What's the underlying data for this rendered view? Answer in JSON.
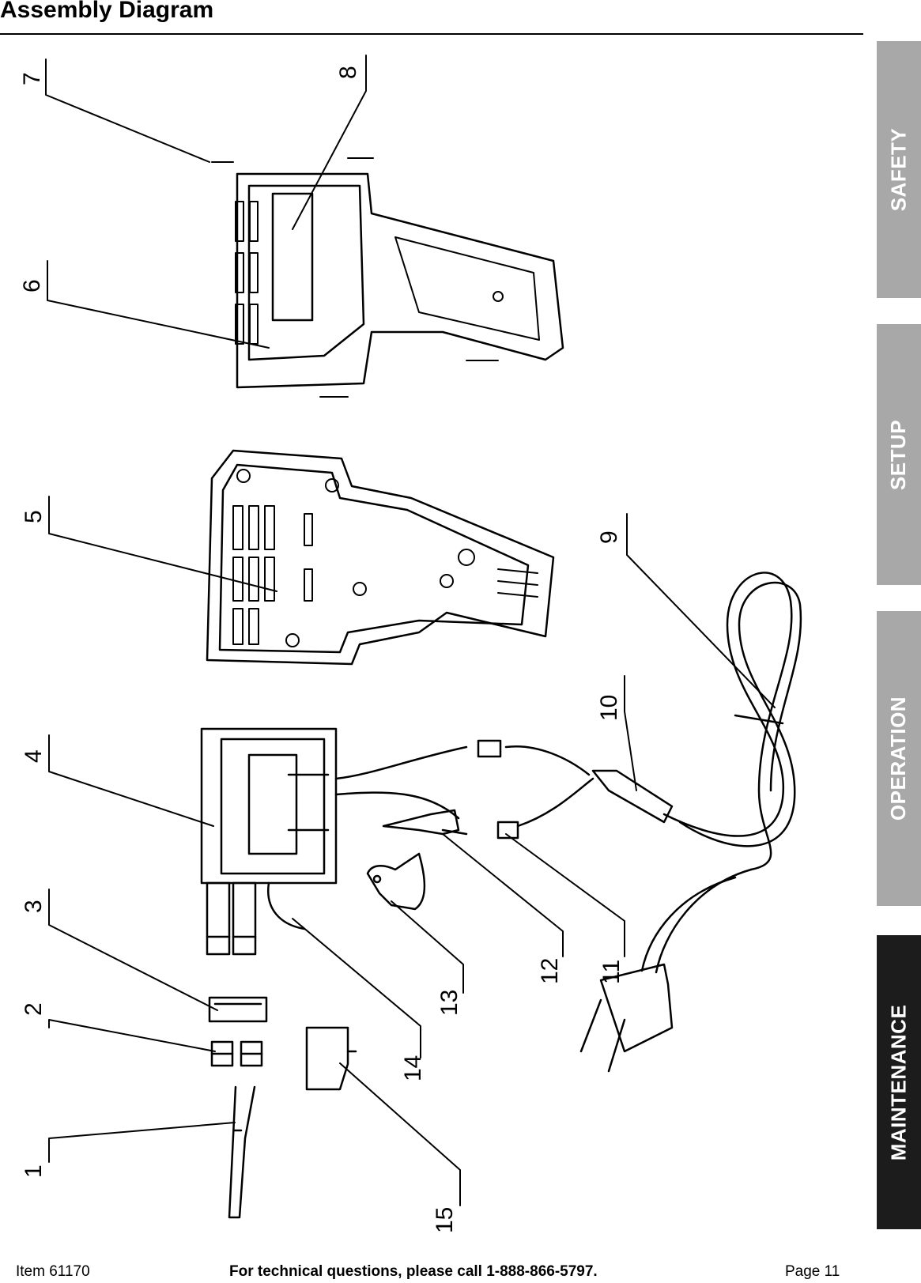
{
  "title": "Assembly Diagram",
  "tabs": [
    {
      "label": "SAFETY",
      "active": false
    },
    {
      "label": "SETUP",
      "active": false
    },
    {
      "label": "OPERATION",
      "active": false
    },
    {
      "label": "MAINTENANCE",
      "active": true
    }
  ],
  "colors": {
    "tab_inactive": "#a8a8a8",
    "tab_active": "#1c1c1c"
  },
  "callouts": [
    "1",
    "2",
    "3",
    "4",
    "5",
    "6",
    "7",
    "8",
    "9",
    "10",
    "11",
    "12",
    "13",
    "14",
    "15"
  ],
  "footer": {
    "item": "Item 61170",
    "support": "For technical questions, please call 1-888-866-5797.",
    "page": "Page 11"
  }
}
